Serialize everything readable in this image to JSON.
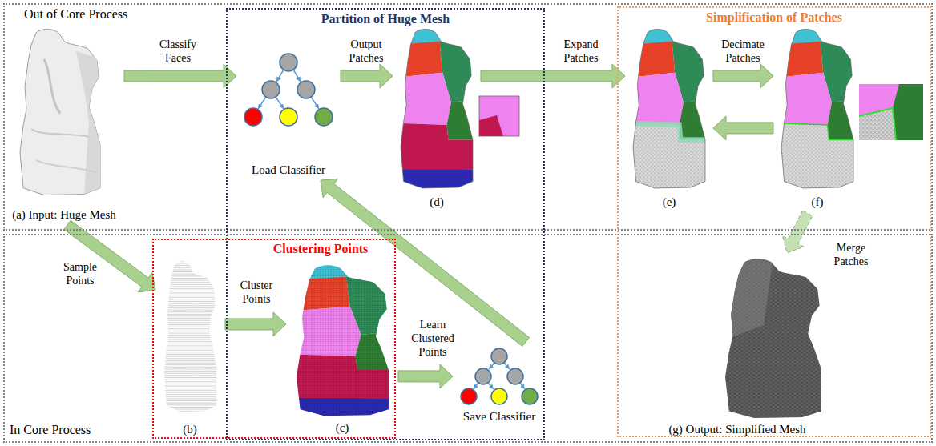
{
  "diagram": {
    "nodes": [
      {
        "text": [
          "Out of Core Process"
        ]
      },
      {
        "text": [
          "(a) Input: Huge Mesh"
        ],
        "in": 0
      },
      {
        "text": [
          "Partition of Huge Mesh"
        ]
      },
      {
        "text": [
          "Load Classifier"
        ],
        "in": 2
      },
      {
        "text": [
          "(d)"
        ],
        "in": 2
      },
      {
        "text": [
          "Simplification of Patches"
        ]
      },
      {
        "text": [
          "(e)"
        ],
        "in": 5
      },
      {
        "text": [
          "(f)"
        ],
        "in": 5
      },
      {
        "text": [
          "In Core Process"
        ]
      },
      {
        "text": [
          "Clustering Points"
        ],
        "in": 8
      },
      {
        "text": [
          "(b)"
        ],
        "in": 9
      },
      {
        "text": [
          "(c)"
        ],
        "in": 9
      },
      {
        "text": [
          "Save Classifier"
        ],
        "in": 8
      },
      {
        "text": [
          "(g) Output: Simplified Mesh"
        ],
        "in": 5
      }
    ],
    "edges": [
      {
        "from": 1,
        "to": 3,
        "arrow": "to",
        "label": "Classify Faces"
      },
      {
        "from": 3,
        "to": 4,
        "arrow": "to",
        "label": "Output Patches"
      },
      {
        "from": 4,
        "to": 6,
        "arrow": "to",
        "label": "Expand Patches"
      },
      {
        "from": 6,
        "to": 7,
        "arrow": "to",
        "label": "Decimate Patches"
      },
      {
        "from": 7,
        "to": 6,
        "arrow": "to"
      },
      {
        "from": 1,
        "to": 10,
        "arrow": "to",
        "label": "Sample Points"
      },
      {
        "from": 10,
        "to": 11,
        "arrow": "to",
        "label": "Cluster Points"
      },
      {
        "from": 11,
        "to": 12,
        "arrow": "to",
        "label": "Learn Clustered Points"
      },
      {
        "from": 12,
        "to": 3,
        "arrow": "to"
      },
      {
        "from": 7,
        "to": 13,
        "arrow": "to",
        "label": "Merge Patches"
      }
    ]
  }
}
